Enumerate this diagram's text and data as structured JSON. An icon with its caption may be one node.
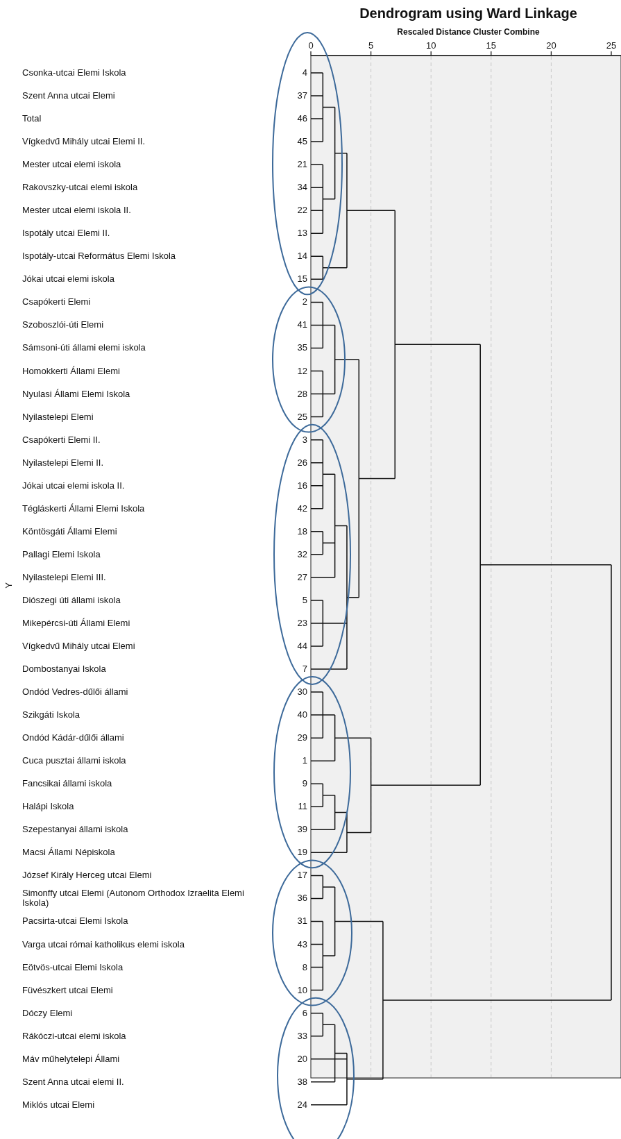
{
  "diagram": {
    "title": "Dendrogram using Ward Linkage",
    "labels": [
      "Rescaled Distance Cluster Combine",
      "0",
      "5",
      "10",
      "15",
      "20",
      "25",
      "Y",
      "Csonka-utcai Elemi Iskola",
      "4",
      "Szent Anna utcai Elemi",
      "37",
      "Total",
      "46",
      "Vígkedvű Mihály utcai Elemi II.",
      "45",
      "Mester utcai elemi iskola",
      "21",
      "Rakovszky-utcai elemi iskola",
      "34",
      "Mester utcai elemi iskola II.",
      "22",
      "Ispotály utcai Elemi II.",
      "13",
      "Ispotály-utcai Református Elemi Iskola",
      "14",
      "Jókai utcai elemi iskola",
      "15",
      "Csapókerti Elemi",
      "2",
      "Szoboszlói-úti Elemi",
      "41",
      "Sámsoni-úti állami elemi iskola",
      "35",
      "Homokkerti Állami Elemi",
      "12",
      "Nyulasi Állami Elemi Iskola",
      "28",
      "Nyilastelepi Elemi",
      "25",
      "Csapókerti Elemi II.",
      "3",
      "Nyilastelepi Elemi II.",
      "26",
      "Jókai utcai elemi iskola II.",
      "16",
      "Tégláskerti Állami Elemi Iskola",
      "42",
      "Köntösgáti Állami Elemi",
      "18",
      "Pallagi Elemi Iskola",
      "32",
      "Nyilastelepi Elemi III.",
      "27",
      "Diószegi úti állami iskola",
      "5",
      "Mikepércsi-úti Állami Elemi",
      "23",
      "Vígkedvű Mihály utcai Elemi",
      "44",
      "Dombostanyai Iskola",
      "7",
      "Ondód Vedres-dűlői állami",
      "30",
      "Szikgáti Iskola",
      "40",
      "Ondód Kádár-dűlői állami",
      "29",
      "Cuca pusztai állami iskola",
      "1",
      "Fancsikai állami iskola",
      "9",
      "Halápi Iskola",
      "11",
      "Szepestanyai állami iskola",
      "39",
      "Macsi Állami Népiskola",
      "19",
      "József Király Herceg utcai Elemi",
      "17",
      "Simonffy utcai Elemi (Autonom Orthodox Izraelita Elemi Iskola)",
      "36",
      "Pacsirta-utcai Elemi Iskola",
      "31",
      "Varga utcai római katholikus elemi iskola",
      "43",
      "Eötvös-utcai Elemi Iskola",
      "8",
      "Füvészkert utcai Elemi",
      "10",
      "Dóczy Elemi",
      "6",
      "Rákóczi-utcai elemi iskola",
      "33",
      "Máv műhelytelepi Állami",
      "20",
      "Szent Anna utcai elemi II.",
      "38",
      "Miklós utcai Elemi",
      "24"
    ]
  }
}
